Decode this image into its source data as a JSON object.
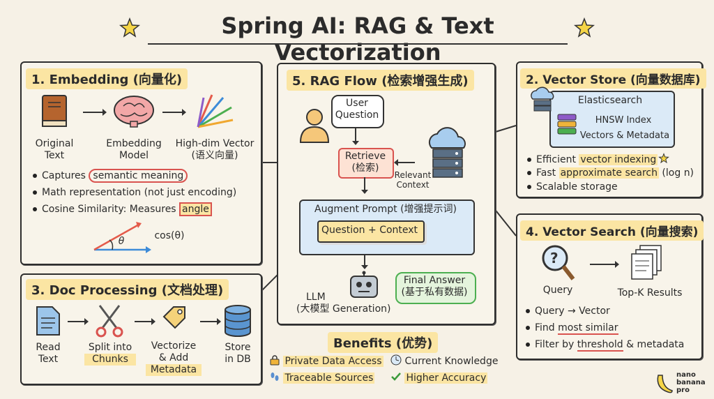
{
  "title": "Spring AI: RAG & Text Vectorization",
  "embedding": {
    "title": "1. Embedding (向量化)",
    "original_text": [
      "Original",
      "Text"
    ],
    "embedding_model": [
      "Embedding",
      "Model"
    ],
    "high_dim": [
      "High-dim Vector",
      "(语义向量)"
    ],
    "bullets": {
      "b1_pre": "Captures ",
      "b1_hl": "semantic meaning",
      "b2": "Math representation (not just encoding)",
      "b3_pre": "Cosine Similarity: Measures ",
      "b3_hl": "angle"
    },
    "theta": "θ",
    "cos": "cos(θ)"
  },
  "doc": {
    "title": "3. Doc Processing (文档处理)",
    "read": [
      "Read",
      "Text"
    ],
    "split": [
      "Split into",
      "Chunks"
    ],
    "vectorize": [
      "Vectorize",
      "& Add",
      "Metadata"
    ],
    "store": [
      "Store",
      "in DB"
    ]
  },
  "rag": {
    "title": "5. RAG Flow (检索增强生成)",
    "user_question": [
      "User",
      "Question"
    ],
    "retrieve": [
      "Retrieve",
      "(检索)"
    ],
    "relevant": [
      "Relevant",
      "Context"
    ],
    "augment": "Augment Prompt (增强提示词)",
    "qc_q": "Question",
    "qc_plus": " + ",
    "qc_c": "Context",
    "llm": [
      "LLM",
      "(大模型 Generation)"
    ],
    "final": [
      "Final Answer",
      "(基于私有数据)"
    ]
  },
  "benefits": {
    "title": "Benefits (优势)",
    "items": [
      "Private Data Access",
      "Current Knowledge",
      "Traceable Sources",
      "Higher Accuracy"
    ]
  },
  "vstore": {
    "title": "2. Vector Store (向量数据库)",
    "es": "Elasticsearch",
    "hnsw": "HNSW Index",
    "vm": "Vectors & Metadata",
    "b1_pre": "Efficient ",
    "b1_hl": "vector indexing",
    "b2_pre": "Fast ",
    "b2_hl": "approximate search",
    "b2_post": " (log n)",
    "b3": "Scalable storage"
  },
  "vsearch": {
    "title": "4. Vector Search (向量搜索)",
    "query": "Query",
    "topk": "Top-K Results",
    "b1": "Query → Vector",
    "b2_pre": "Find ",
    "b2_hl": "most similar",
    "b3_pre": "Filter by ",
    "b3_hl": "threshold",
    "b3_post": " & metadata"
  },
  "logo": [
    "nano",
    "banana",
    "pro"
  ],
  "colors": {
    "highlight": "#fbe5a3",
    "accent_red": "#d9534f",
    "panel_bg": "#f8f4ea",
    "page_bg": "#f6f1e6"
  }
}
